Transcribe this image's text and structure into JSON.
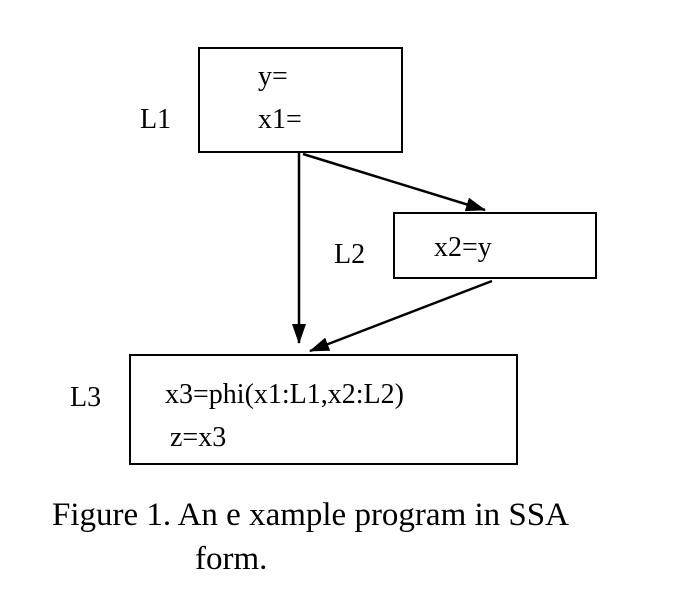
{
  "blocks": [
    {
      "label": "L1",
      "lines": [
        "y=",
        "x1="
      ]
    },
    {
      "label": "L2",
      "lines": [
        "x2=y"
      ]
    },
    {
      "label": "L3",
      "lines": [
        "x3=phi(x1:L1,x2:L2)",
        "z=x3"
      ]
    }
  ],
  "caption": {
    "line1": "Figure 1. An e xample program in SSA",
    "line2": "form."
  }
}
